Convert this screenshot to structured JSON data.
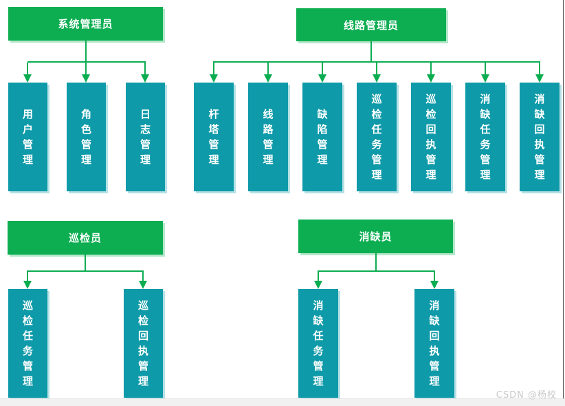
{
  "colors": {
    "header-green": "#0DAE52",
    "node-teal": "#0E9AA9",
    "connector-green": "#0BAD51",
    "footer-strip": "#F1F1F1",
    "watermark-gray": "#C9C9C9"
  },
  "trees": [
    {
      "title": "系统管理员",
      "children": [
        "用户管理",
        "角色管理",
        "日志管理"
      ]
    },
    {
      "title": "线路管理员",
      "children": [
        "杆塔管理",
        "线路管理",
        "缺陷管理",
        "巡检任务管理",
        "巡检回执管理",
        "消缺任务管理",
        "消缺回执管理"
      ]
    },
    {
      "title": "巡检员",
      "children": [
        "巡检任务管理",
        "巡检回执管理"
      ]
    },
    {
      "title": "消缺员",
      "children": [
        "消缺任务管理",
        "消缺回执管理"
      ]
    }
  ],
  "watermark": {
    "text": "CSDN @杨校"
  }
}
